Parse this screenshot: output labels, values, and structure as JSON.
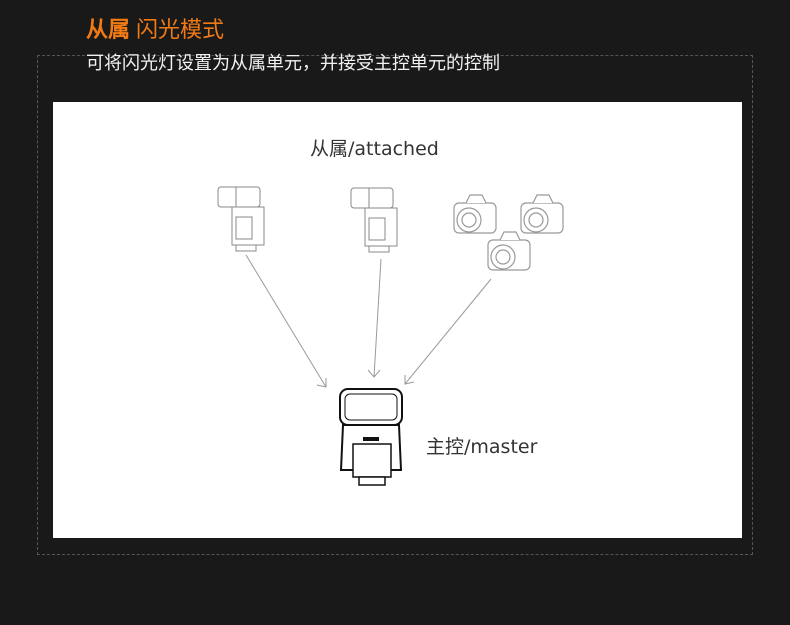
{
  "header": {
    "title_bold": "从属",
    "title_rest": "闪光模式",
    "subtitle": "可将闪光灯设置为从属单元，并接受主控单元的控制"
  },
  "diagram": {
    "slave_label": "从属/attached",
    "master_label": "主控/master",
    "slave_devices": [
      "flash",
      "flash",
      "camera",
      "camera",
      "camera"
    ],
    "master_device": "flash"
  },
  "colors": {
    "accent": "#f27a14",
    "background": "#191919",
    "panel": "#ffffff"
  }
}
